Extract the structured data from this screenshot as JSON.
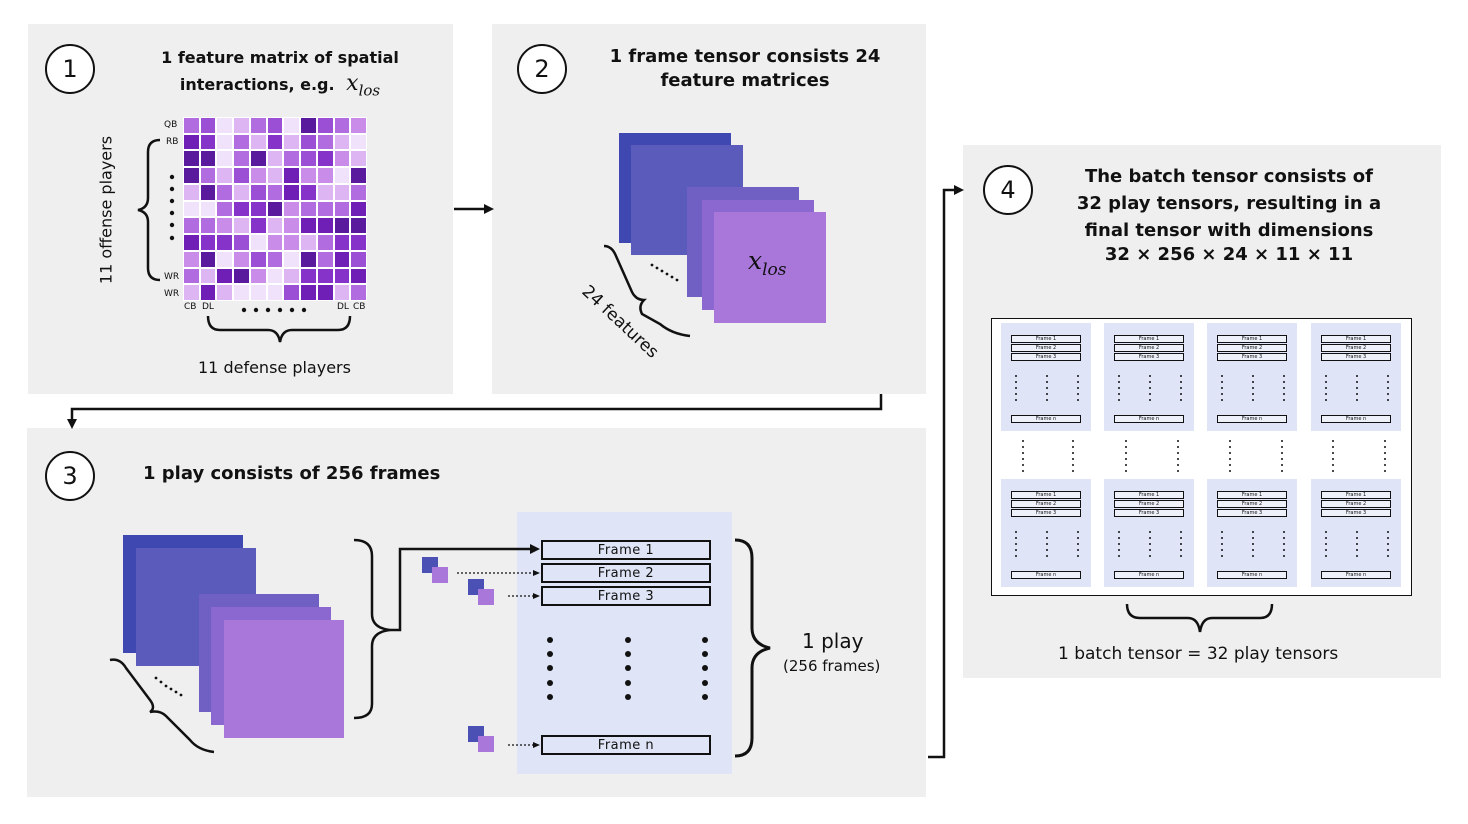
{
  "panel1": {
    "number": "1",
    "title_prefix": "1 feature matrix of spatial interactions, e.g.",
    "symbol_main": "x",
    "symbol_sub": "los",
    "row_labels": [
      "QB",
      "RB",
      "WR",
      "WR"
    ],
    "col_labels_left": [
      "CB",
      "DL"
    ],
    "col_labels_right": [
      "DL",
      "CB"
    ],
    "ylabel": "11 offense players",
    "xlabel": "11 defense players"
  },
  "panel2": {
    "number": "2",
    "title": "1 frame tensor consists 24 feature matrices",
    "symbol_main": "x",
    "symbol_sub": "los",
    "brace_label": "24 features"
  },
  "panel3": {
    "number": "3",
    "title": "1 play consists of 256 frames",
    "frames": [
      "Frame  1",
      "Frame  2",
      "Frame  3",
      "Frame  n"
    ],
    "play_label": "1 play",
    "play_sub": "(256 frames)"
  },
  "panel4": {
    "number": "4",
    "title": "The batch tensor consists of 32 play tensors, resulting in a final tensor with dimensions",
    "dims": "32 × 256 × 24 × 11 × 11",
    "mini_frames": [
      "Frame 1",
      "Frame 2",
      "Frame 3",
      "Frame n"
    ],
    "footer": "1 batch tensor = 32 play tensors"
  },
  "colors": {
    "panel_bg": "#efefef",
    "play_bg": "#dfe5f6",
    "stack_dark": "#3f48b0",
    "stack_mid": "#5a5bbb",
    "stack_light": "#8166cc",
    "stack_front": "#a976da"
  }
}
